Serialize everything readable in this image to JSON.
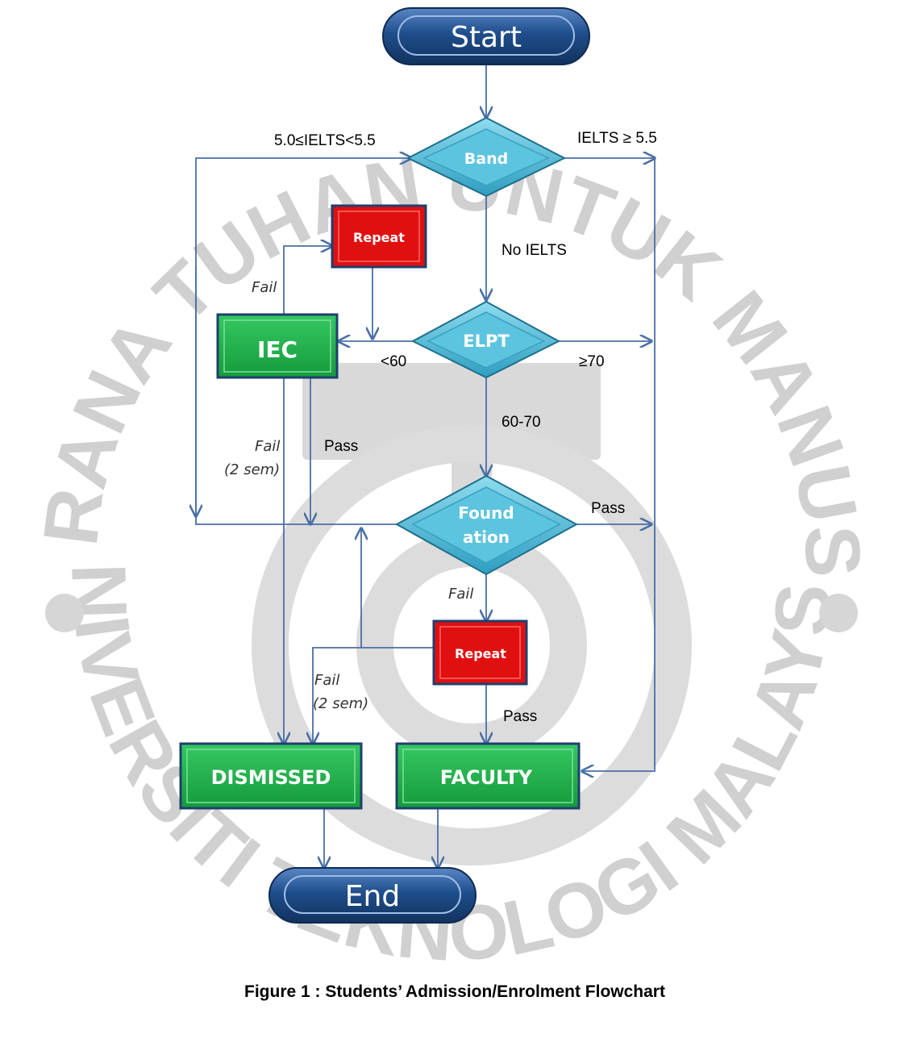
{
  "watermark": {
    "text": "UNIVERSITI TEKNOLOGI MALAYSIA",
    "arc_text": "KERANA TUHAN UNTUK MANUSIA",
    "color": "#cfcfcf"
  },
  "nodes": {
    "start": "Start",
    "end": "End",
    "band": "Band",
    "elpt": "ELPT",
    "foundation_line1": "Found",
    "foundation_line2": "ation",
    "iec": "IEC",
    "repeat_top": "Repeat",
    "repeat_bottom": "Repeat",
    "dismissed": "DISMISSED",
    "faculty": "FACULTY"
  },
  "edge_labels": {
    "ielts_mid": "5.0≤IELTS<5.5",
    "ielts_high": "IELTS ≥ 5.5",
    "no_ielts": "No IELTS",
    "elpt_low": "<60",
    "elpt_high": "≥70",
    "elpt_mid": "60-70",
    "iec_fail": "Fail",
    "iec_fail2_line1": "Fail",
    "iec_fail2_line2": "(2 sem)",
    "iec_pass": "Pass",
    "foundation_pass": "Pass",
    "foundation_fail": "Fail",
    "repeat_fail_line1": "Fail",
    "repeat_fail_line2": "(2 sem)",
    "repeat_pass": "Pass"
  },
  "caption": "Figure 1 : Students’ Admission/Enrolment Flowchart",
  "colors": {
    "arrow": "#4a6fa5",
    "terminator": "#1f4e8c",
    "decision": "#4bb8d6",
    "process_green": "#1fb04a",
    "process_red": "#e01010"
  }
}
